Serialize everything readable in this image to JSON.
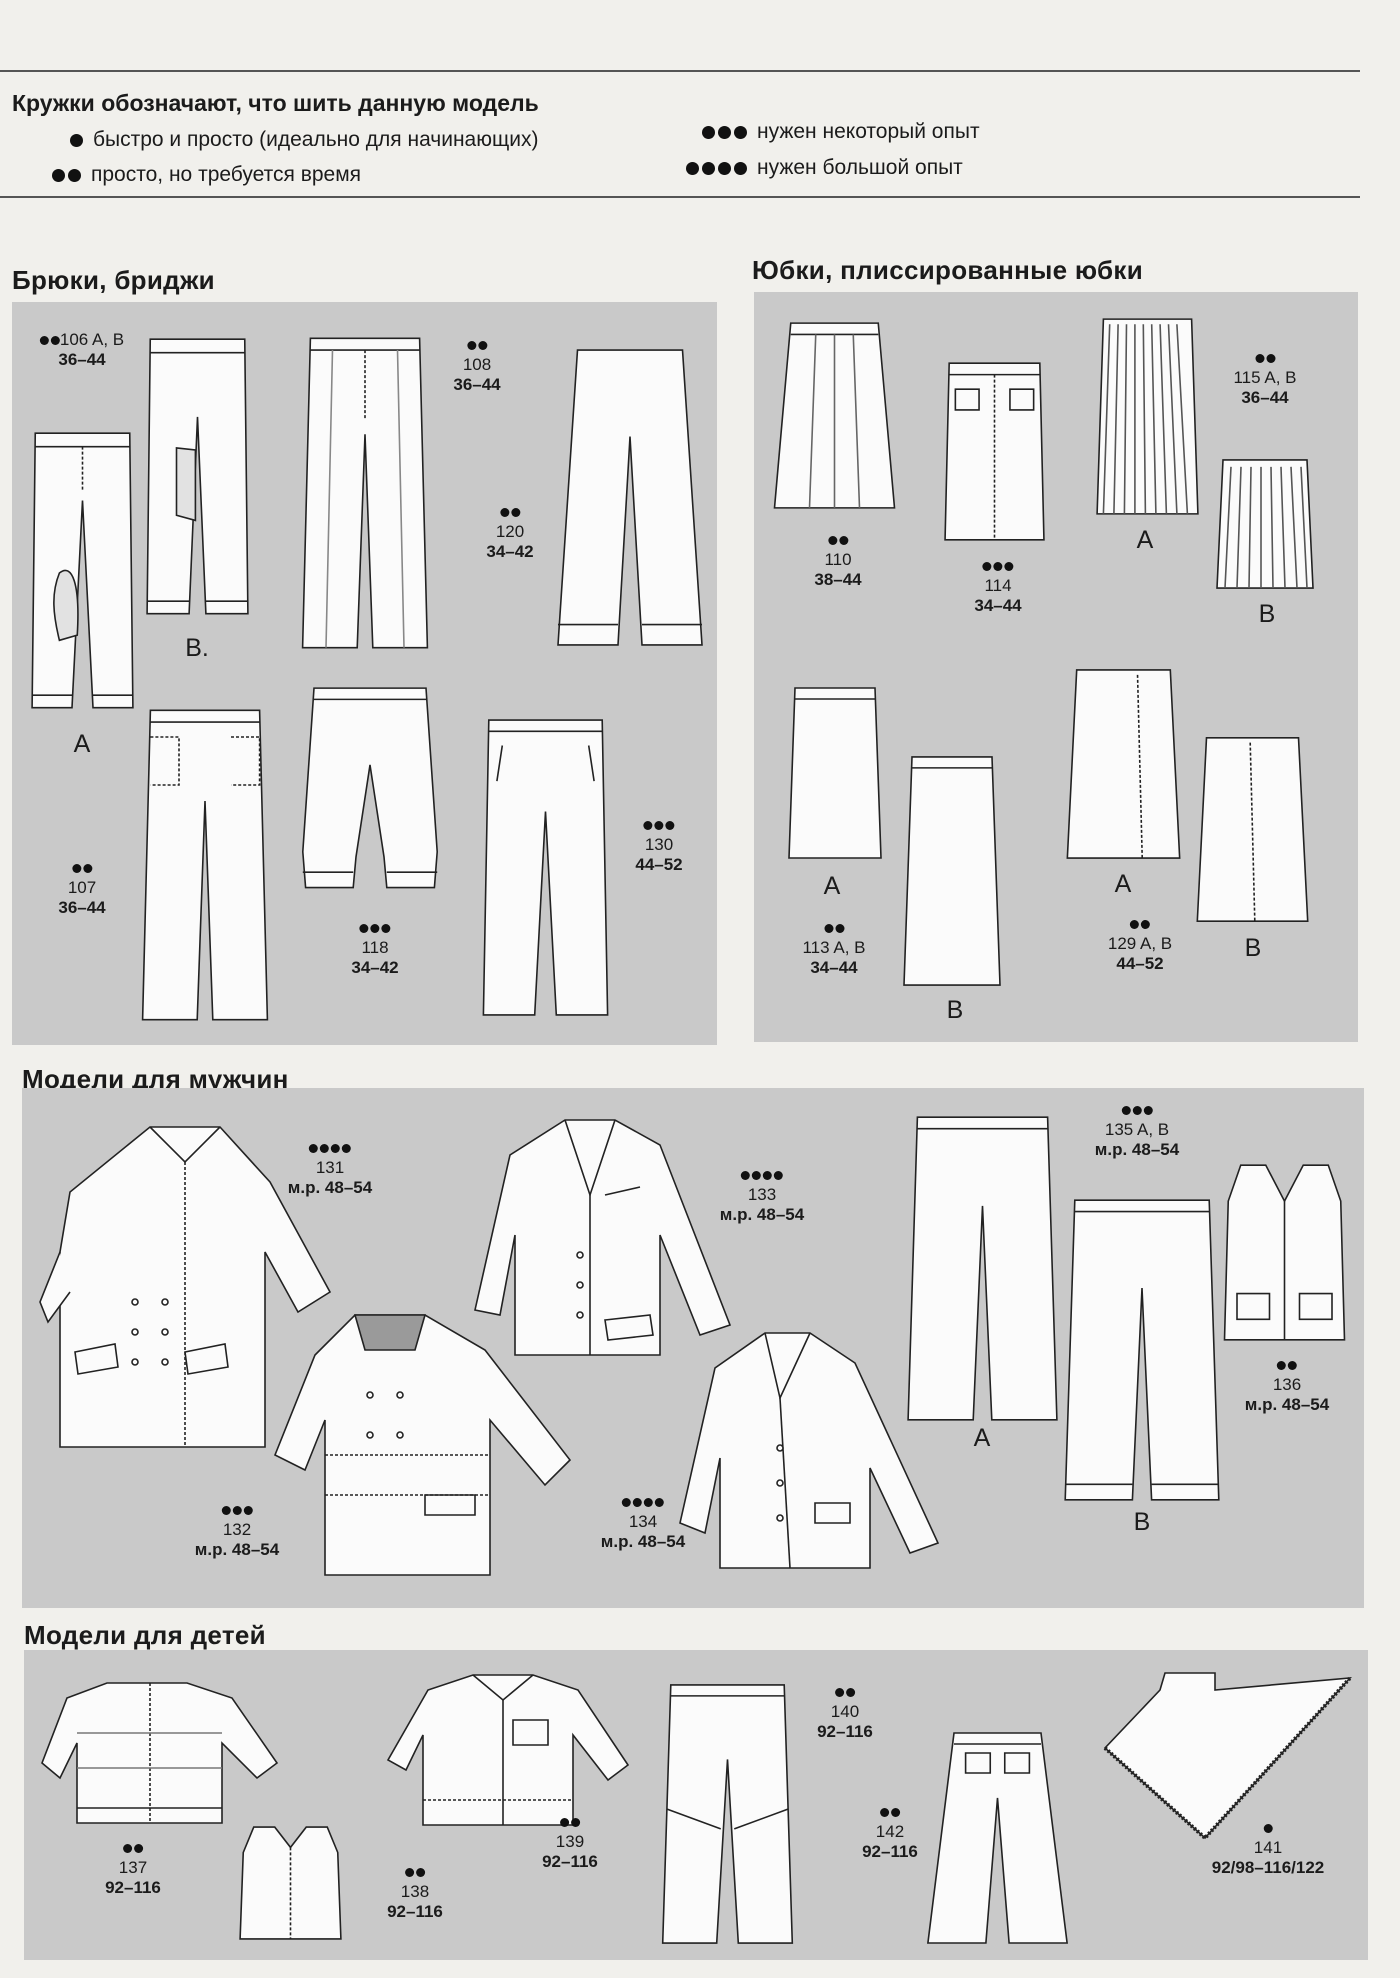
{
  "legend": {
    "title": "Кружки обозначают, что шить данную модель",
    "items": [
      {
        "dots": 1,
        "text": "быстро и просто (идеально для начинающих)"
      },
      {
        "dots": 2,
        "text": "просто, но требуется время"
      },
      {
        "dots": 3,
        "text": "нужен некоторый опыт"
      },
      {
        "dots": 4,
        "text": "нужен большой опыт"
      }
    ]
  },
  "sections": {
    "trousers": "Брюки, бриджи",
    "skirts": "Юбки, плиссированные юбки",
    "men": "Модели для мужчин",
    "kids": "Модели для детей"
  },
  "models": {
    "m106": {
      "dots": 2,
      "num": "106 A, B",
      "size": "36–44"
    },
    "m108": {
      "dots": 2,
      "num": "108",
      "size": "36–44"
    },
    "m120": {
      "dots": 2,
      "num": "120",
      "size": "34–42"
    },
    "m107": {
      "dots": 2,
      "num": "107",
      "size": "36–44"
    },
    "m118": {
      "dots": 3,
      "num": "118",
      "size": "34–42"
    },
    "m130": {
      "dots": 3,
      "num": "130",
      "size": "44–52"
    },
    "m110": {
      "dots": 2,
      "num": "110",
      "size": "38–44"
    },
    "m114": {
      "dots": 3,
      "num": "114",
      "size": "34–44"
    },
    "m115": {
      "dots": 2,
      "num": "115 A, B",
      "size": "36–44"
    },
    "m113": {
      "dots": 2,
      "num": "113 A, B",
      "size": "34–44"
    },
    "m129": {
      "dots": 2,
      "num": "129 A, B",
      "size": "44–52"
    },
    "m131": {
      "dots": 4,
      "num": "131",
      "size": "м.р. 48–54"
    },
    "m133": {
      "dots": 4,
      "num": "133",
      "size": "м.р. 48–54"
    },
    "m135": {
      "dots": 3,
      "num": "135 A, B",
      "size": "м.р. 48–54"
    },
    "m136": {
      "dots": 2,
      "num": "136",
      "size": "м.р. 48–54"
    },
    "m132": {
      "dots": 3,
      "num": "132",
      "size": "м.р. 48–54"
    },
    "m134": {
      "dots": 4,
      "num": "134",
      "size": "м.р. 48–54"
    },
    "m137": {
      "dots": 2,
      "num": "137",
      "size": "92–116"
    },
    "m138": {
      "dots": 2,
      "num": "138",
      "size": "92–116"
    },
    "m139": {
      "dots": 2,
      "num": "139",
      "size": "92–116"
    },
    "m140": {
      "dots": 2,
      "num": "140",
      "size": "92–116"
    },
    "m142": {
      "dots": 2,
      "num": "142",
      "size": "92–116"
    },
    "m141": {
      "dots": 1,
      "num": "141",
      "size": "92/98–116/122"
    }
  },
  "letters": {
    "a": "A",
    "b": "B",
    "b_dot": "B."
  }
}
